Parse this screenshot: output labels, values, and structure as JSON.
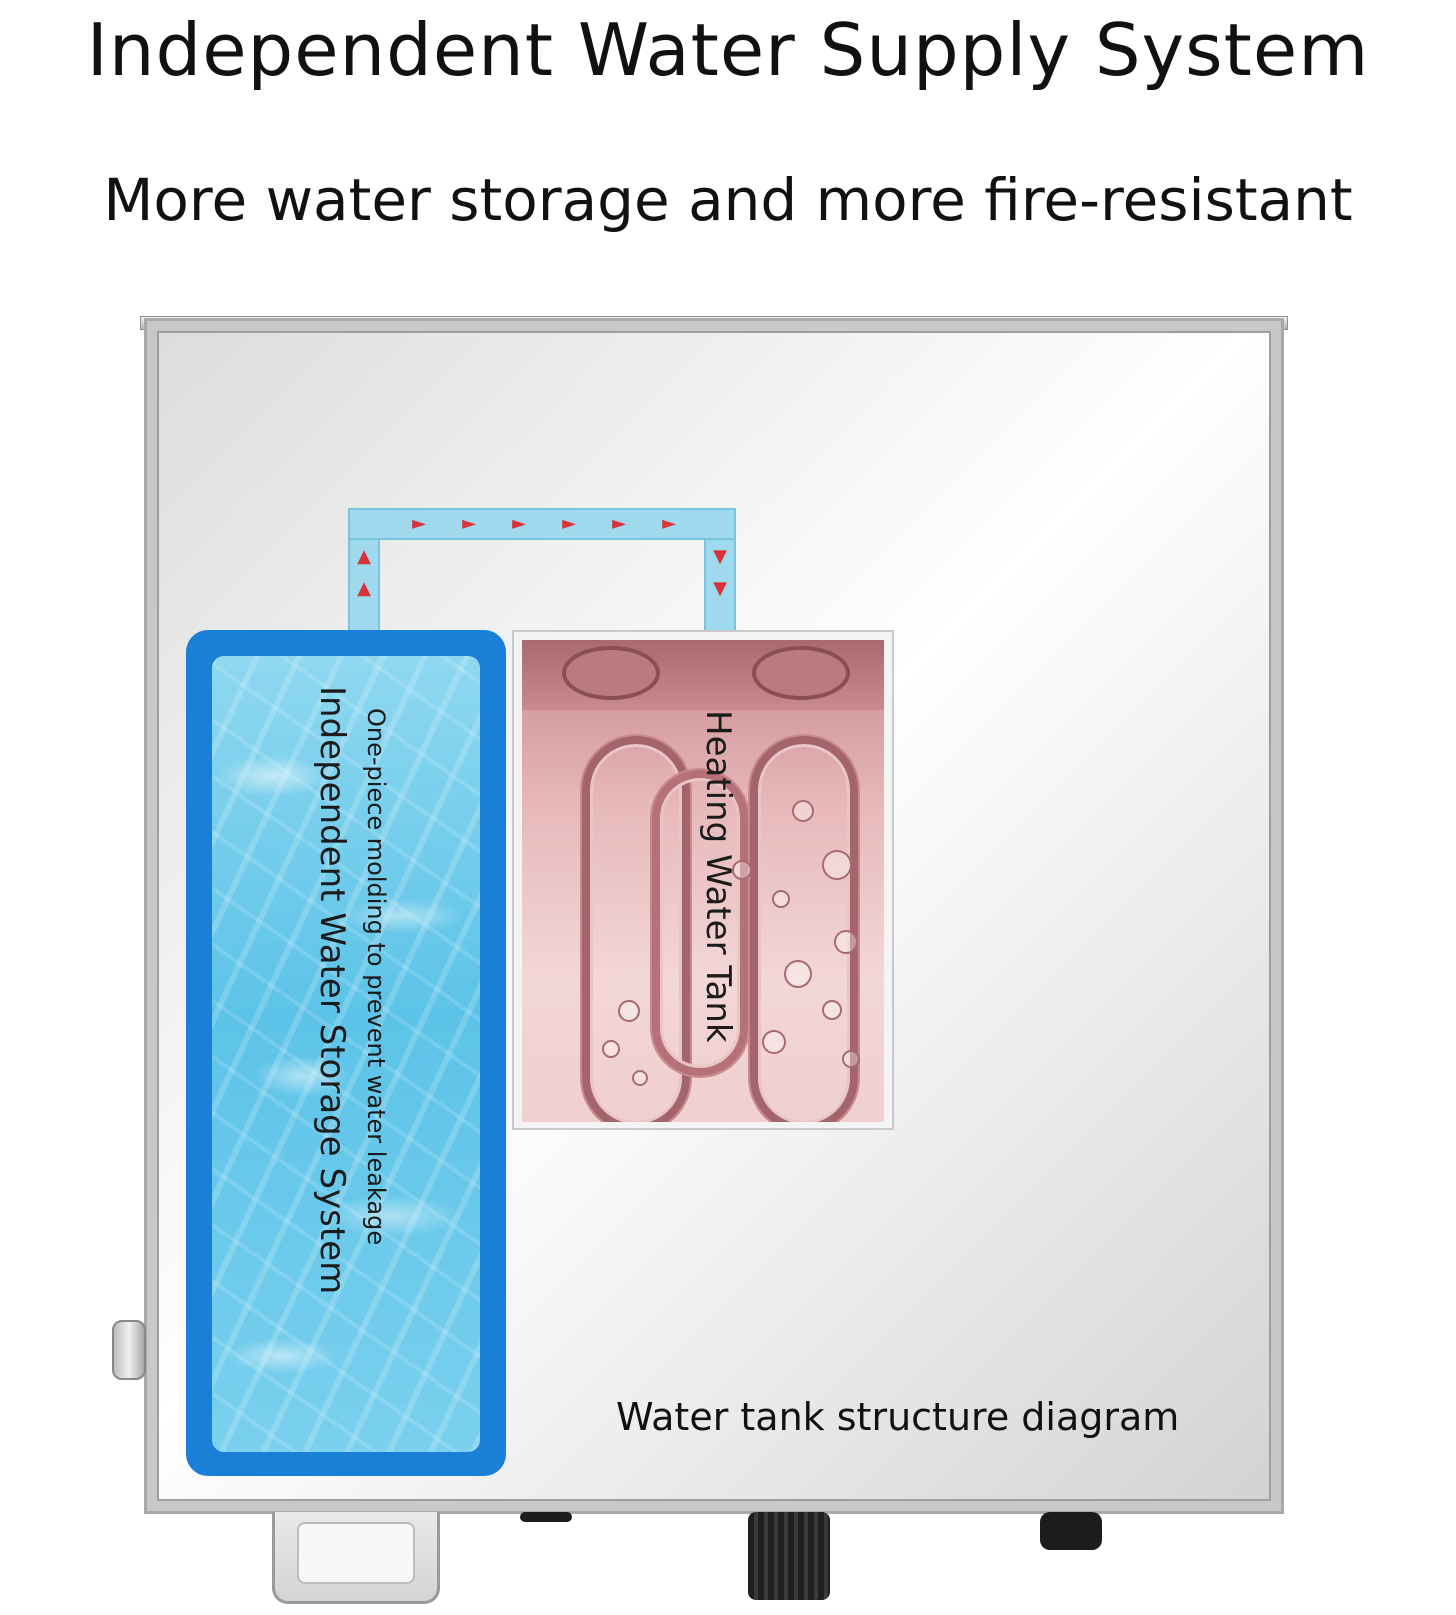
{
  "header": {
    "title": "Independent Water Supply System",
    "subtitle": "More water storage and more fire-resistant"
  },
  "diagram": {
    "storage_tank_label": "Independent Water Storage System",
    "storage_tank_note": "One-piece molding to prevent water leakage",
    "heating_tank_label": "Heating Water Tank",
    "caption": "Water tank structure diagram"
  },
  "colors": {
    "storage_frame": "#1a7fd6",
    "water": "#5cc3e8",
    "pipe": "#9ed9ee",
    "flow_arrows": "#d8323a",
    "heating_water": "#e7b9bb"
  },
  "icons": {
    "flow_arrow": "arrow-icon"
  }
}
